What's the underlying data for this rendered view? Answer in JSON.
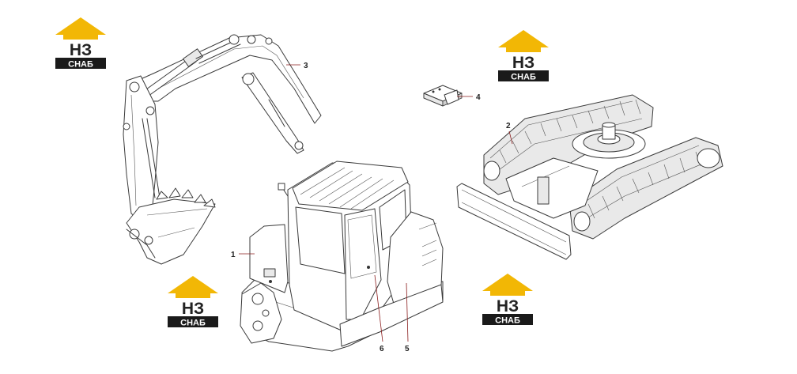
{
  "watermark": {
    "letters_top": "НЗ",
    "letters_bottom": "СНАБ",
    "colors": {
      "roof": "#f2b705",
      "letters": "#222222",
      "band": "#1a1a1a",
      "band_text": "#ffffff"
    }
  },
  "callouts": [
    {
      "id": "1",
      "label": "1"
    },
    {
      "id": "2",
      "label": "2"
    },
    {
      "id": "3",
      "label": "3"
    },
    {
      "id": "4",
      "label": "4"
    },
    {
      "id": "5",
      "label": "5"
    },
    {
      "id": "6",
      "label": "6"
    }
  ],
  "colors": {
    "line": "#3a3a3a",
    "leader": "#8a1c1c"
  }
}
